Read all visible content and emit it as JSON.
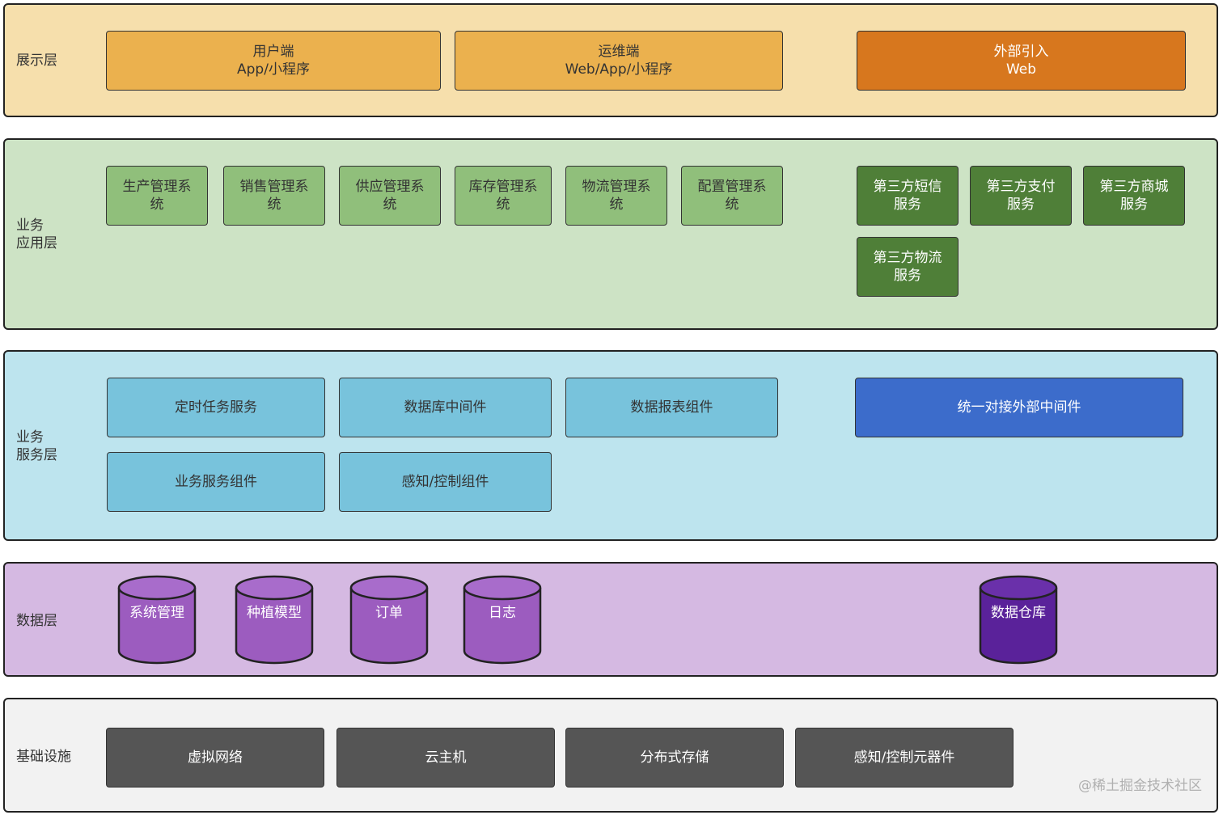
{
  "presentation": {
    "label": "展示层",
    "colors": {
      "bg": "#f6dfac",
      "box": "#ebb14e",
      "box_external": "#d7771e"
    },
    "boxes": [
      {
        "text": "用户端\nApp/小程序"
      },
      {
        "text": "运维端\nWeb/App/小程序"
      },
      {
        "text": "外部引入\nWeb"
      }
    ]
  },
  "app_layer": {
    "label": "业务\n应用层",
    "colors": {
      "bg": "#cde3c5",
      "box": "#90bf7b",
      "box_third": "#4f7f38"
    },
    "systems": [
      {
        "text": "生产管理系\n统"
      },
      {
        "text": "销售管理系\n统"
      },
      {
        "text": "供应管理系\n统"
      },
      {
        "text": "库存管理系\n统"
      },
      {
        "text": "物流管理系\n统"
      },
      {
        "text": "配置管理系\n统"
      }
    ],
    "third_party": [
      {
        "text": "第三方短信\n服务"
      },
      {
        "text": "第三方支付\n服务"
      },
      {
        "text": "第三方商城\n服务"
      },
      {
        "text": "第三方物流\n服务"
      }
    ]
  },
  "service_layer": {
    "label": "业务\n服务层",
    "colors": {
      "bg": "#bde4ee",
      "box": "#78c3dc",
      "box_external": "#3c6ccb"
    },
    "boxes": [
      {
        "text": "定时任务服务"
      },
      {
        "text": "数据库中间件"
      },
      {
        "text": "数据报表组件"
      },
      {
        "text": "统一对接外部中间件"
      },
      {
        "text": "业务服务组件"
      },
      {
        "text": "感知/控制组件"
      }
    ]
  },
  "data_layer": {
    "label": "数据层",
    "colors": {
      "bg": "#d5b9e2",
      "cyl": "#9c5cbf",
      "cyl_top": "#a86ccb",
      "cyl_warehouse": "#5a229a",
      "cyl_warehouse_top": "#6a30aa"
    },
    "stores": [
      {
        "text": "系统管理"
      },
      {
        "text": "种植模型"
      },
      {
        "text": "订单"
      },
      {
        "text": "日志"
      },
      {
        "text": "数据仓库"
      }
    ]
  },
  "infra_layer": {
    "label": "基础设施",
    "colors": {
      "bg": "#f2f2f2",
      "box": "#555555"
    },
    "boxes": [
      {
        "text": "虚拟网络"
      },
      {
        "text": "云主机"
      },
      {
        "text": "分布式存储"
      },
      {
        "text": "感知/控制元器件"
      }
    ]
  },
  "watermark": "@稀土掘金技术社区"
}
